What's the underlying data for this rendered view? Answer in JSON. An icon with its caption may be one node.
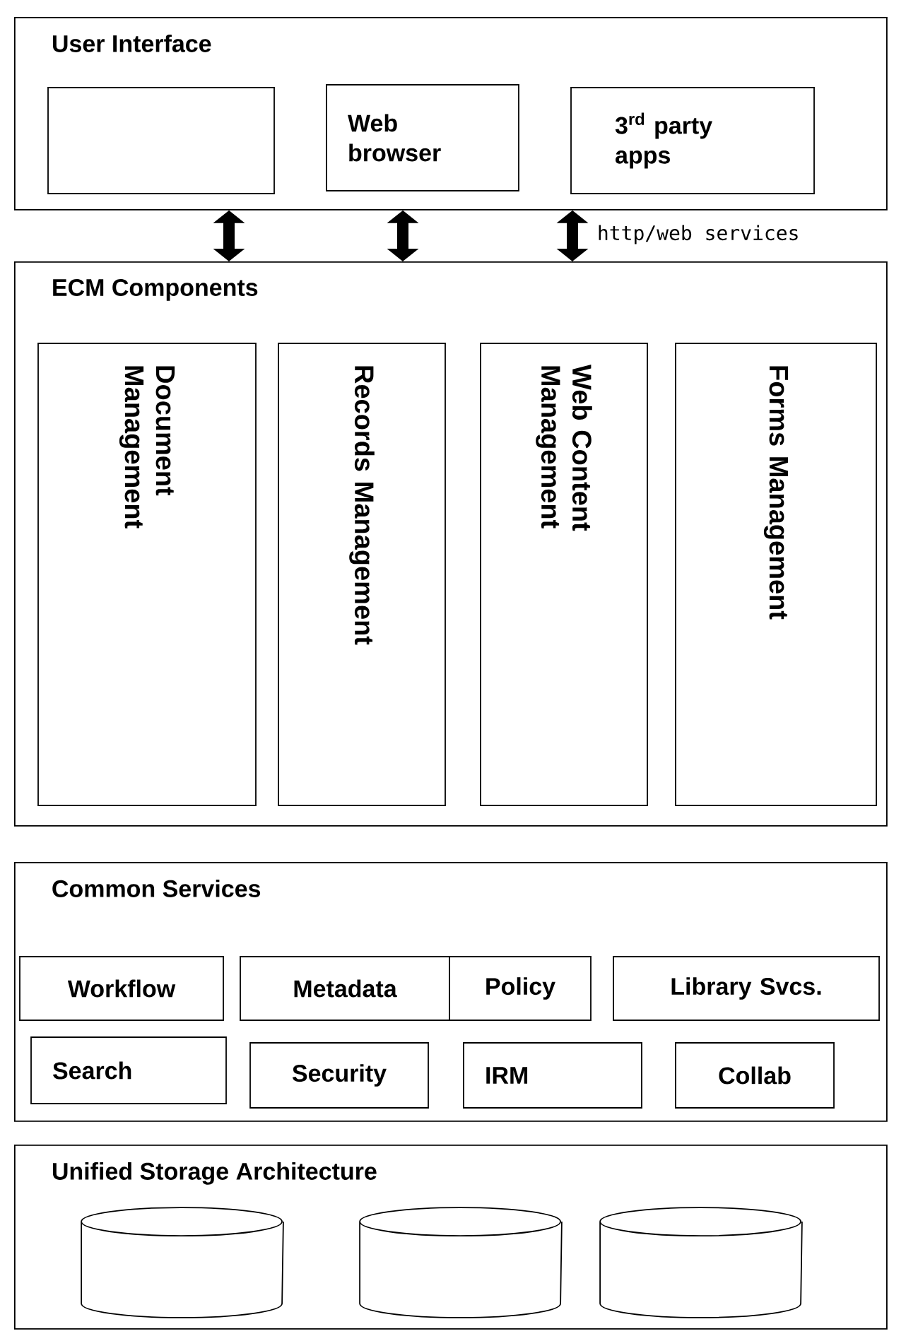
{
  "diagram": {
    "nodes": [
      {
        "text": [
          "User Interface"
        ]
      },
      {
        "text": [],
        "shape": "box",
        "in": 0
      },
      {
        "text": [
          "Web browser"
        ],
        "in": 0
      },
      {
        "text": [
          "3$^{rd}$ party apps"
        ],
        "in": 0
      },
      {
        "text": [
          "ECM Components"
        ]
      },
      {
        "text": [
          "Document Management"
        ],
        "in": 4
      },
      {
        "text": [
          "Records Management"
        ],
        "in": 4
      },
      {
        "text": [
          "Web Content Management"
        ],
        "in": 4
      },
      {
        "text": [
          "Forms Management"
        ],
        "in": 4
      },
      {
        "text": [
          "Common Services"
        ]
      },
      {
        "text": [
          "Workflow"
        ],
        "in": 9
      },
      {
        "text": [
          "Metadata"
        ],
        "in": 9
      },
      {
        "text": [
          "Policy"
        ],
        "in": 9
      },
      {
        "text": [
          "Library Svcs."
        ],
        "in": 9
      },
      {
        "text": [
          "Search"
        ],
        "in": 9
      },
      {
        "text": [
          "Security"
        ],
        "in": 9
      },
      {
        "text": [
          "IRM"
        ],
        "in": 9
      },
      {
        "text": [
          "Collab"
        ],
        "in": 9
      },
      {
        "text": [
          "Unified Storage Architecture"
        ]
      },
      {
        "text": [],
        "shape": "cylinder",
        "in": 18
      },
      {
        "text": [],
        "shape": "cylinder",
        "in": 18
      },
      {
        "text": [],
        "shape": "cylinder",
        "in": 18
      }
    ],
    "edges": [
      {
        "from": 0,
        "to": 4,
        "arrow": "both"
      },
      {
        "from": 0,
        "to": 4,
        "arrow": "both"
      },
      {
        "from": 0,
        "to": 4,
        "arrow": "both",
        "label": "http/web services"
      }
    ]
  }
}
